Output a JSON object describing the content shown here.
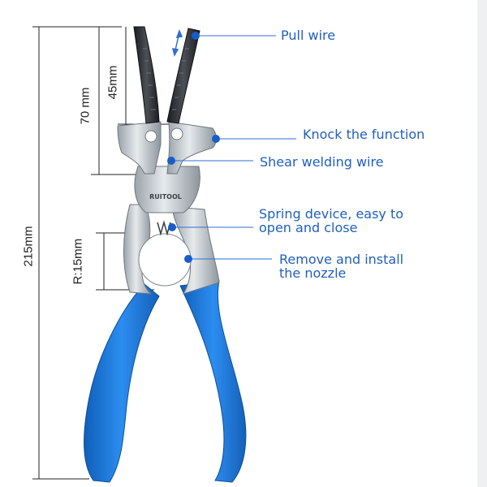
{
  "callouts": {
    "pull_wire": "Pull wire",
    "knock": "Knock the function",
    "shear": "Shear welding wire",
    "spring_line1": "Spring device, easy to",
    "spring_line2": "open and close",
    "nozzle_line1": "Remove and install",
    "nozzle_line2": "the nozzle"
  },
  "dimensions": {
    "total_length": "215mm",
    "jaw_length": "70 mm",
    "tip_length": "45mm",
    "radius": "R:15mm"
  },
  "brand": "RUITOOL",
  "colors": {
    "callout_text": "#1f5fbf",
    "callout_line": "#2f6fd0",
    "callout_dot": "#1a5cc8",
    "handle": "#1f7fe0",
    "handle_dark": "#0f5fb8",
    "steel": "#c9cfd4",
    "jaw_tip": "#2a2d30"
  }
}
